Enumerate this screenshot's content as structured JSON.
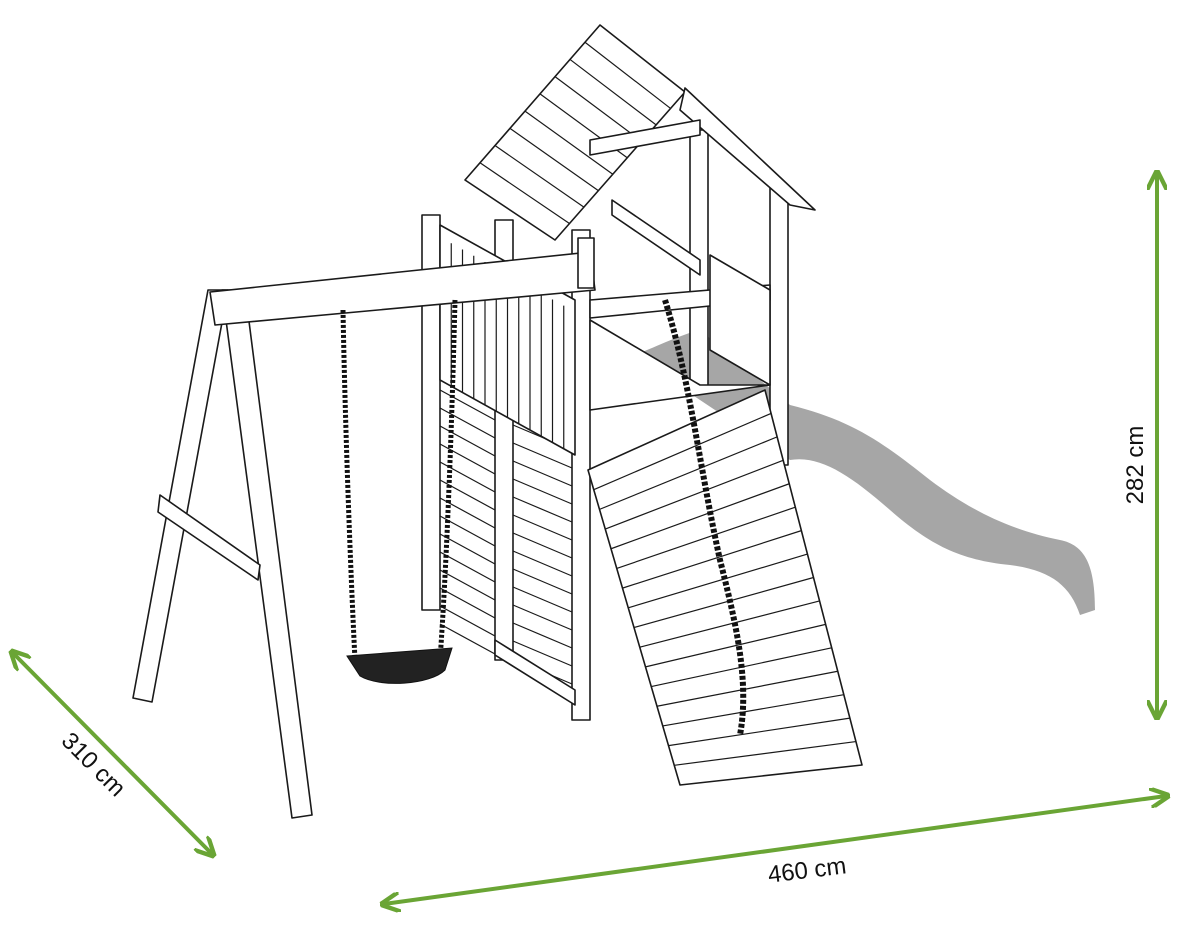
{
  "dimensions": {
    "height": "282 cm",
    "width": "460 cm",
    "depth": "310 cm"
  },
  "colors": {
    "dimension_line": "#6aa535",
    "drawing_line": "#1a1a1a",
    "slide": "#a6a6a6",
    "background": "#ffffff"
  }
}
